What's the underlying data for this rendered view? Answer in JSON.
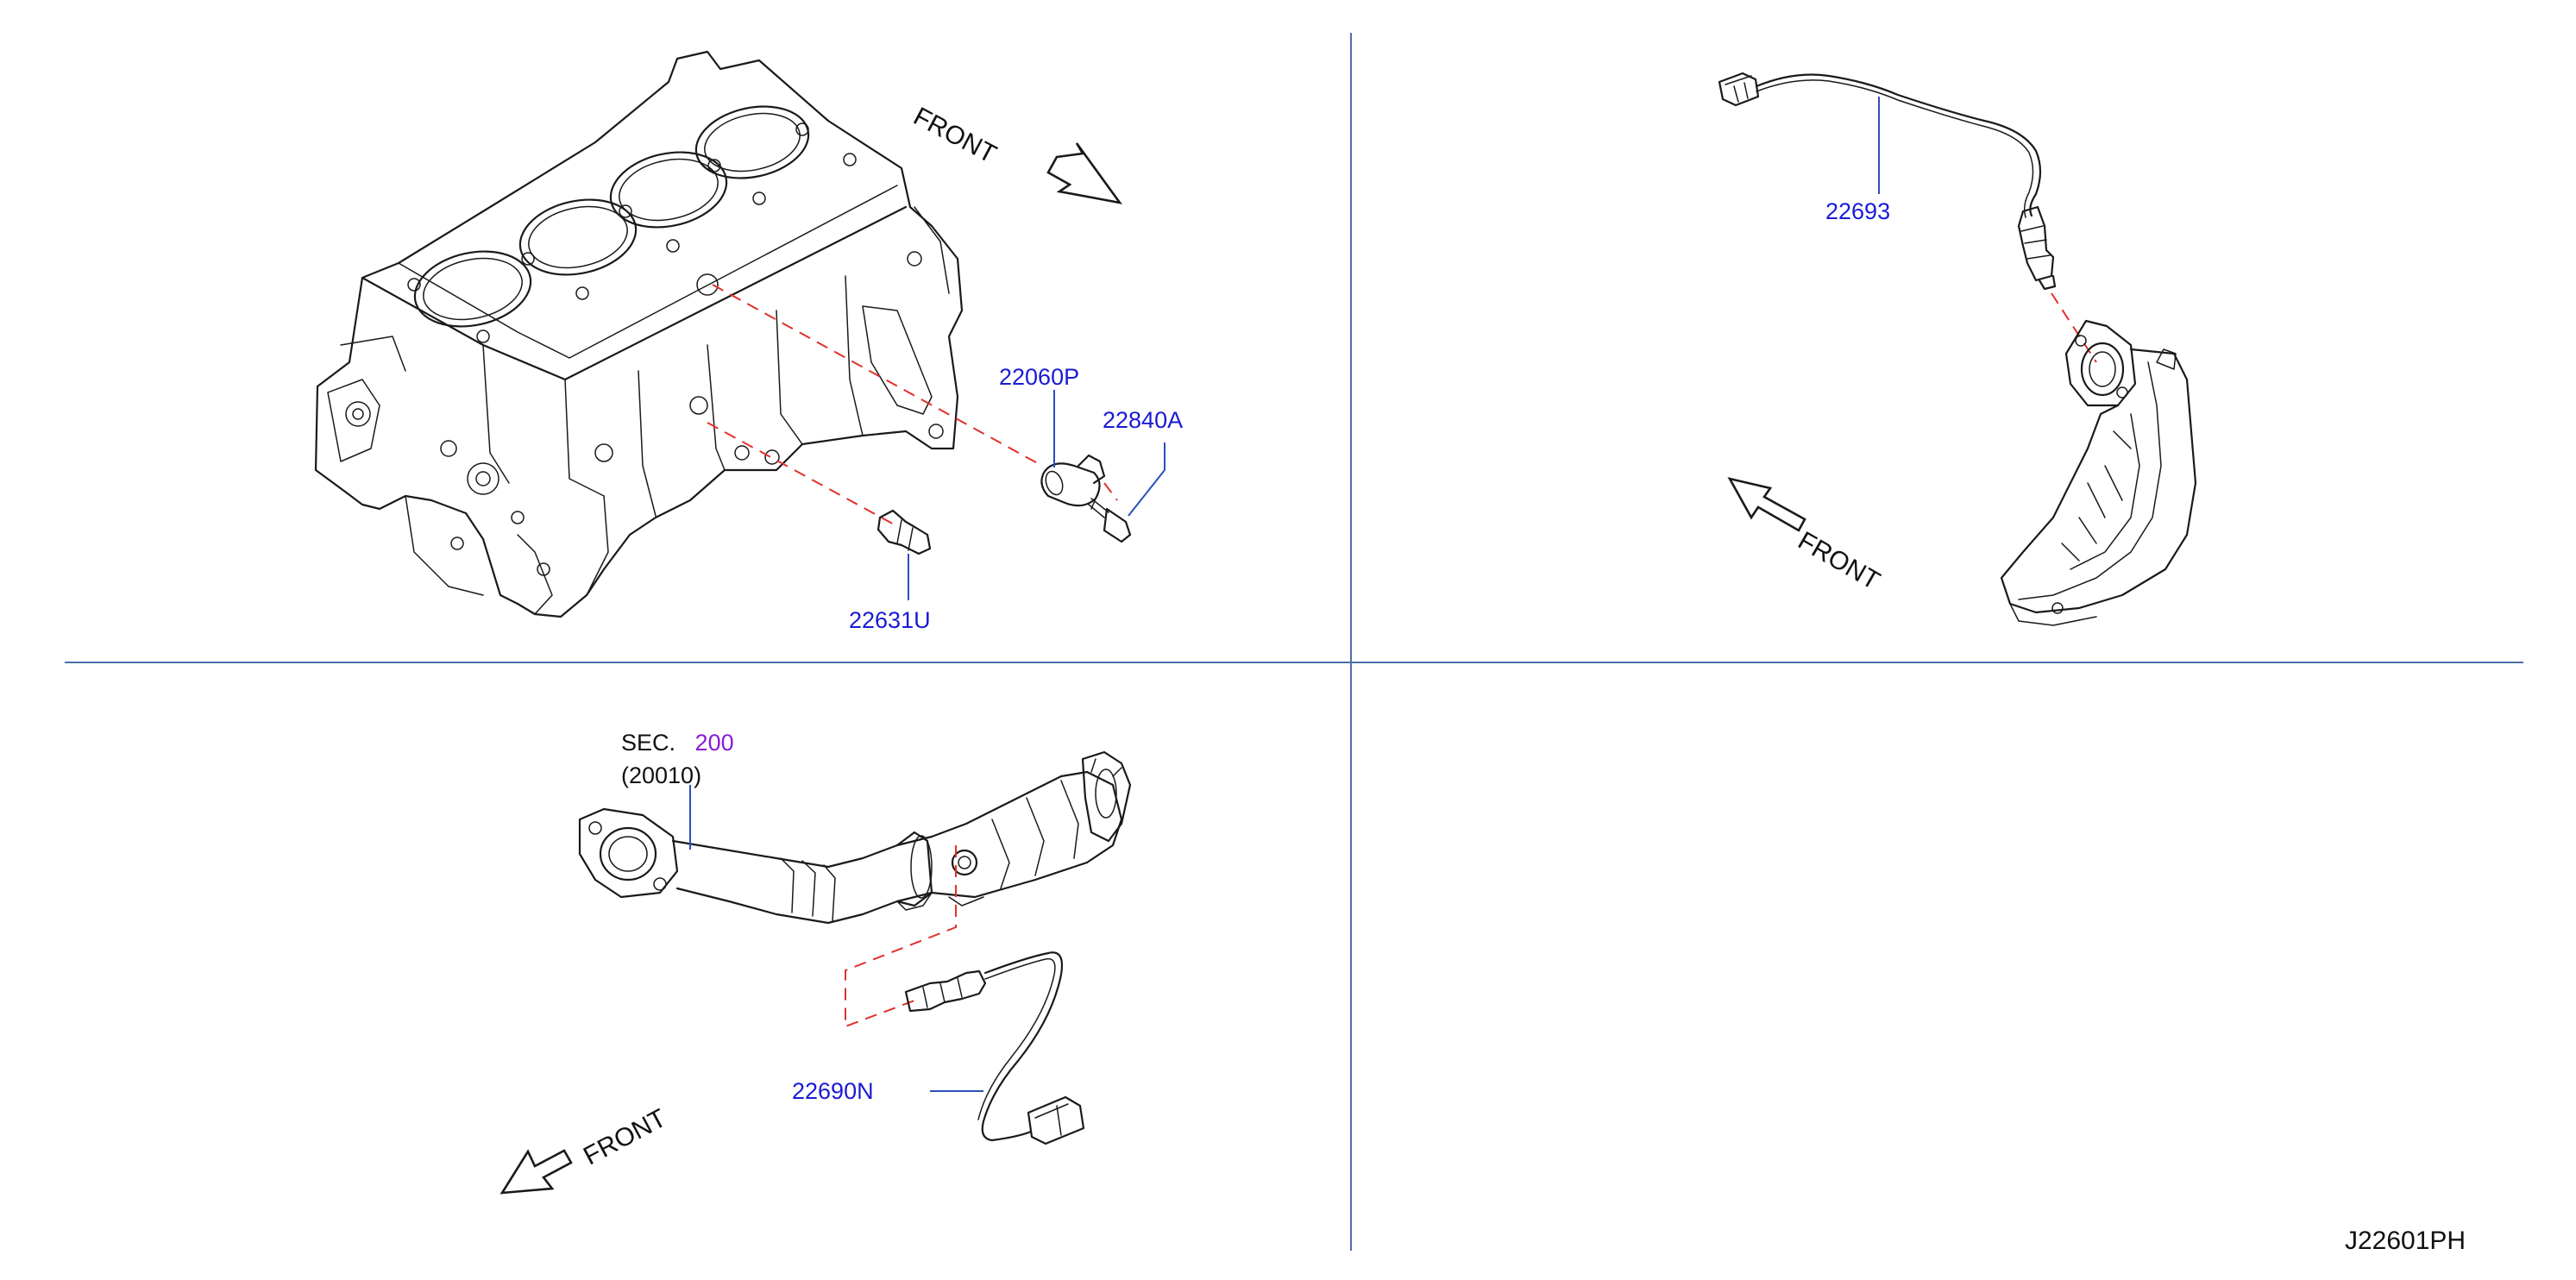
{
  "colors": {
    "part_number": "#1a1ad6",
    "section_number": "#8a1ad6",
    "text": "#111111",
    "divider": "#4a6fa8",
    "leader": "#2b4fbf",
    "dashed_guide": "#e0302a"
  },
  "quadrant_top_left": {
    "front_label": "FRONT",
    "parts": {
      "knock_sensor": "22060P",
      "bolt": "22840A",
      "temp_sensor": "22631U"
    }
  },
  "quadrant_top_right": {
    "front_label": "FRONT",
    "parts": {
      "air_fuel_ratio_sensor": "22693"
    }
  },
  "quadrant_bottom_left": {
    "section_prefix": "SEC.",
    "section_number": "200",
    "section_ref": "(20010)",
    "front_label": "FRONT",
    "parts": {
      "heated_oxygen_sensor": "22690N"
    }
  },
  "footer": {
    "diagram_code": "J22601PH"
  }
}
